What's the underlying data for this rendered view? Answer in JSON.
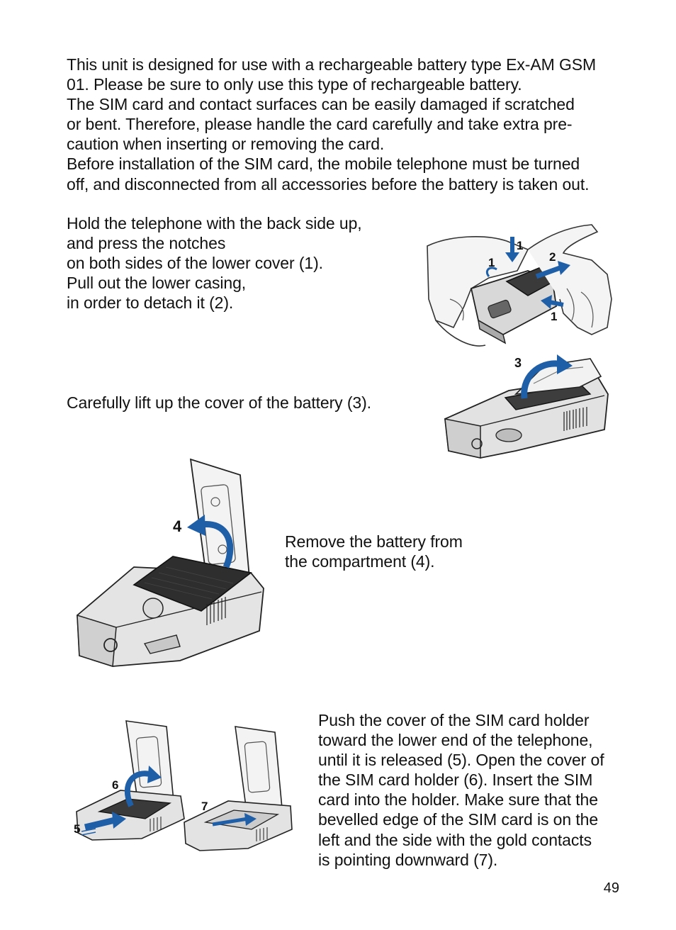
{
  "intro": [
    "This unit is designed for use with a rechargeable battery type Ex-AM GSM",
    "01. Please be sure to only use this type of rechargeable battery.",
    "The SIM card and contact surfaces can be easily damaged if scratched",
    "or bent. Therefore, please handle the card carefully and take extra pre-",
    "caution when inserting or removing the card.",
    "Before installation of the SIM card, the mobile telephone must be turned",
    "off, and disconnected from all accessories before the battery is taken out."
  ],
  "step_cover": [
    "Hold the telephone with the back side up,",
    "and press the notches",
    "on both sides of the lower cover (1).",
    "Pull out the lower casing,",
    "in order to detach it (2)."
  ],
  "step_battery_cover": [
    "Carefully lift up the cover of the battery (3)."
  ],
  "step_remove_battery": [
    "Remove the battery from",
    "the compartment (4)."
  ],
  "step_sim": [
    "Push the cover of the SIM card holder",
    "toward the lower end of the telephone,",
    "until it is released (5). Open the cover of",
    "the SIM card holder (6). Insert the SIM",
    "card into the holder. Make sure that the",
    "bevelled edge of the SIM card is on the",
    "left and the side with the gold contacts",
    "is pointing downward (7)."
  ],
  "figures": {
    "fig1_labels": [
      "1",
      "2",
      "1",
      "1"
    ],
    "fig2_label": "3",
    "fig3_label": "4",
    "fig4_labels": [
      "5",
      "6",
      "7"
    ],
    "accent_color": "#1f5fa8"
  },
  "page_number": "49"
}
